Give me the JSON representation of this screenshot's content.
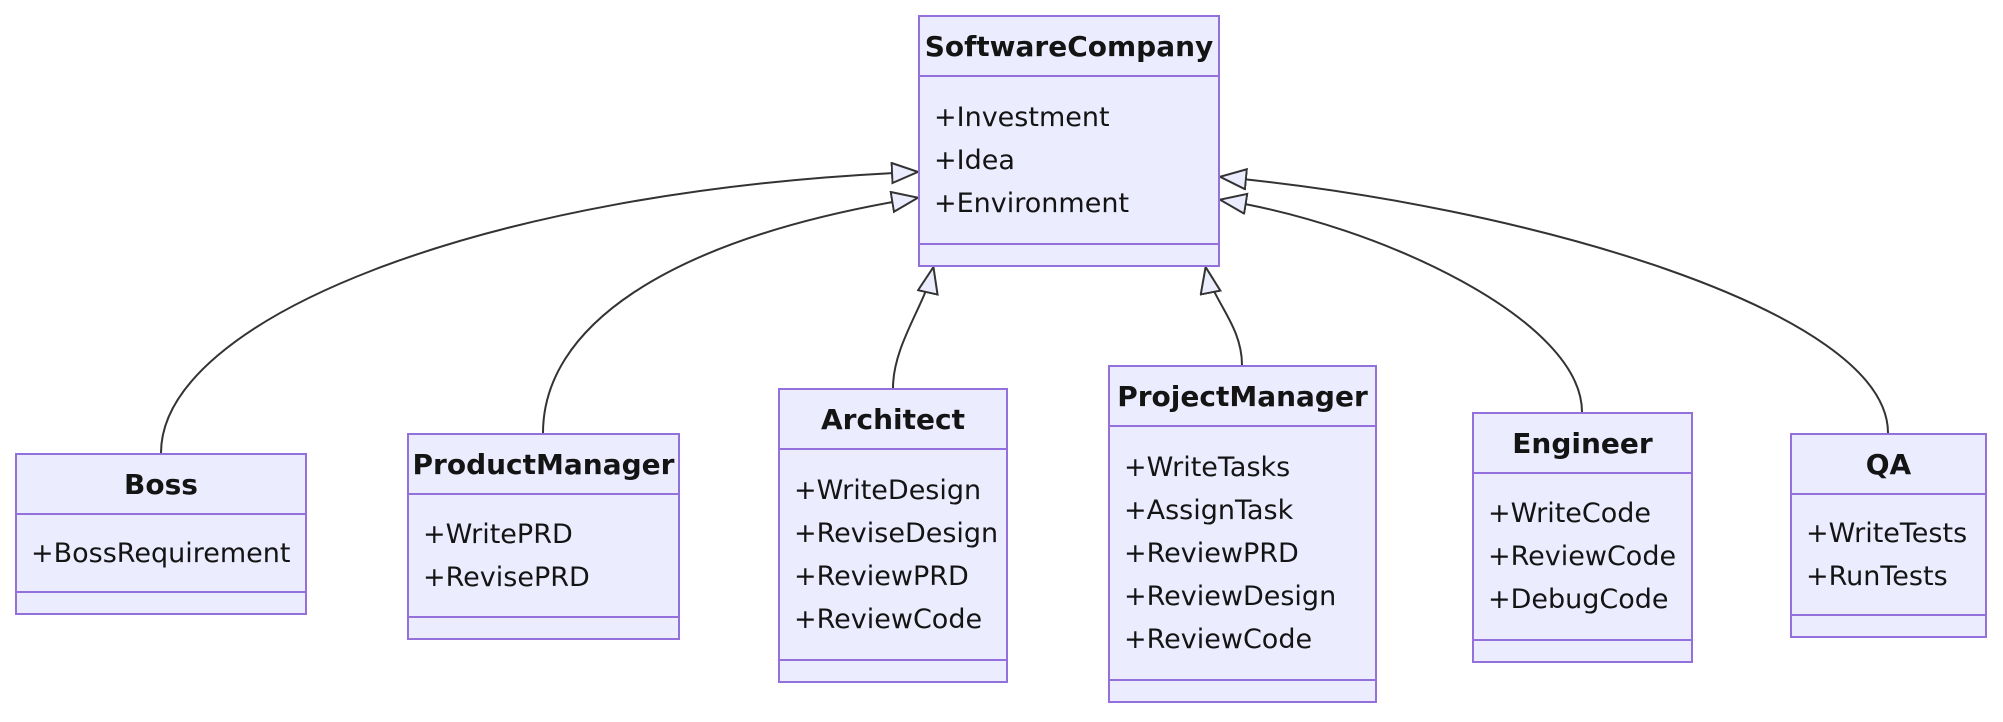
{
  "diagram": {
    "type": "uml-class-diagram",
    "colors": {
      "node_fill": "#ECECFF",
      "node_border": "#9370DB",
      "edge_line": "#333333",
      "arrowhead_fill": "#ECECFF",
      "text": "#141414",
      "background": "#ffffff"
    },
    "classes": [
      {
        "name": "SoftwareCompany",
        "members": [
          "+Investment",
          "+Idea",
          "+Environment"
        ]
      },
      {
        "name": "Boss",
        "members": [
          "+BossRequirement"
        ]
      },
      {
        "name": "ProductManager",
        "members": [
          "+WritePRD",
          "+RevisePRD"
        ]
      },
      {
        "name": "Architect",
        "members": [
          "+WriteDesign",
          "+ReviseDesign",
          "+ReviewPRD",
          "+ReviewCode"
        ]
      },
      {
        "name": "ProjectManager",
        "members": [
          "+WriteTasks",
          "+AssignTask",
          "+ReviewPRD",
          "+ReviewDesign",
          "+ReviewCode"
        ]
      },
      {
        "name": "Engineer",
        "members": [
          "+WriteCode",
          "+ReviewCode",
          "+DebugCode"
        ]
      },
      {
        "name": "QA",
        "members": [
          "+WriteTests",
          "+RunTests"
        ]
      }
    ],
    "relations": [
      {
        "from": "Boss",
        "to": "SoftwareCompany",
        "type": "inheritance",
        "arrow": "hollow-triangle"
      },
      {
        "from": "ProductManager",
        "to": "SoftwareCompany",
        "type": "inheritance",
        "arrow": "hollow-triangle"
      },
      {
        "from": "Architect",
        "to": "SoftwareCompany",
        "type": "inheritance",
        "arrow": "hollow-triangle"
      },
      {
        "from": "ProjectManager",
        "to": "SoftwareCompany",
        "type": "inheritance",
        "arrow": "hollow-triangle"
      },
      {
        "from": "Engineer",
        "to": "SoftwareCompany",
        "type": "inheritance",
        "arrow": "hollow-triangle"
      },
      {
        "from": "QA",
        "to": "SoftwareCompany",
        "type": "inheritance",
        "arrow": "hollow-triangle"
      }
    ]
  }
}
